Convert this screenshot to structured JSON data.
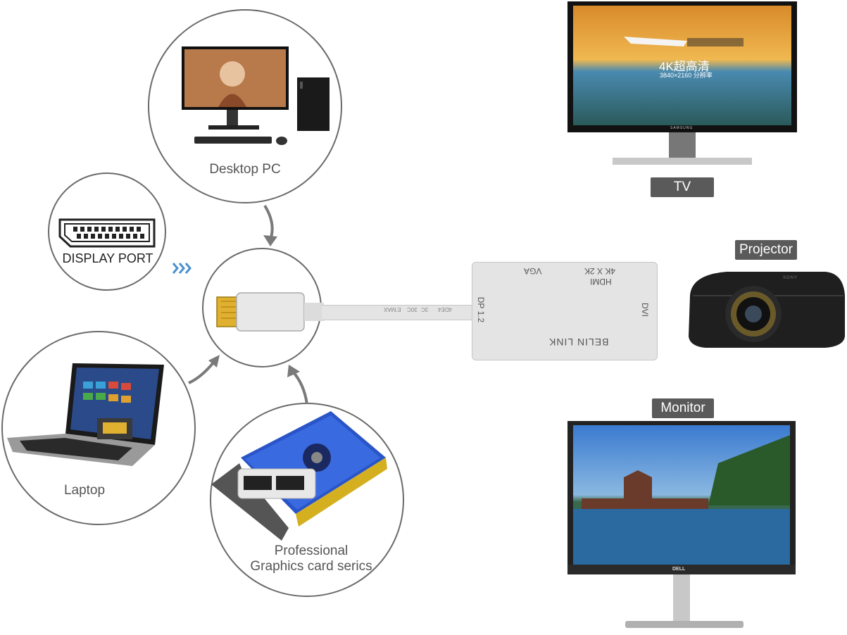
{
  "sources": {
    "desktop": {
      "label": "Desktop PC"
    },
    "display_port": {
      "label": "DISPLAY PORT"
    },
    "laptop": {
      "label": "Laptop"
    },
    "graphics_card": {
      "line1": "Professional",
      "line2": "Graphics card serics"
    }
  },
  "adapter": {
    "brand": "BELIN LINK",
    "input_label": "DP 1.2",
    "ports": {
      "vga": "VGA",
      "hdmi": "HDMI",
      "hdmi_res": "4K X 2K",
      "dvi": "DVI"
    },
    "cable_marks": [
      "E’MAX",
      "30C",
      "3C",
      "4DE4"
    ]
  },
  "outputs": {
    "tv": {
      "label": "TV",
      "screen_title": "4K超高清",
      "screen_sub": "3840×2160 分辨率",
      "brand": "SAMSUNG"
    },
    "projector": {
      "label": "Projector",
      "brand": "SONY"
    },
    "monitor": {
      "label": "Monitor",
      "brand": "DELL"
    }
  },
  "colors": {
    "tag_bg": "#5a5a5a",
    "circle_border": "#6a6a6a",
    "arrow": "#7a7a7a"
  }
}
